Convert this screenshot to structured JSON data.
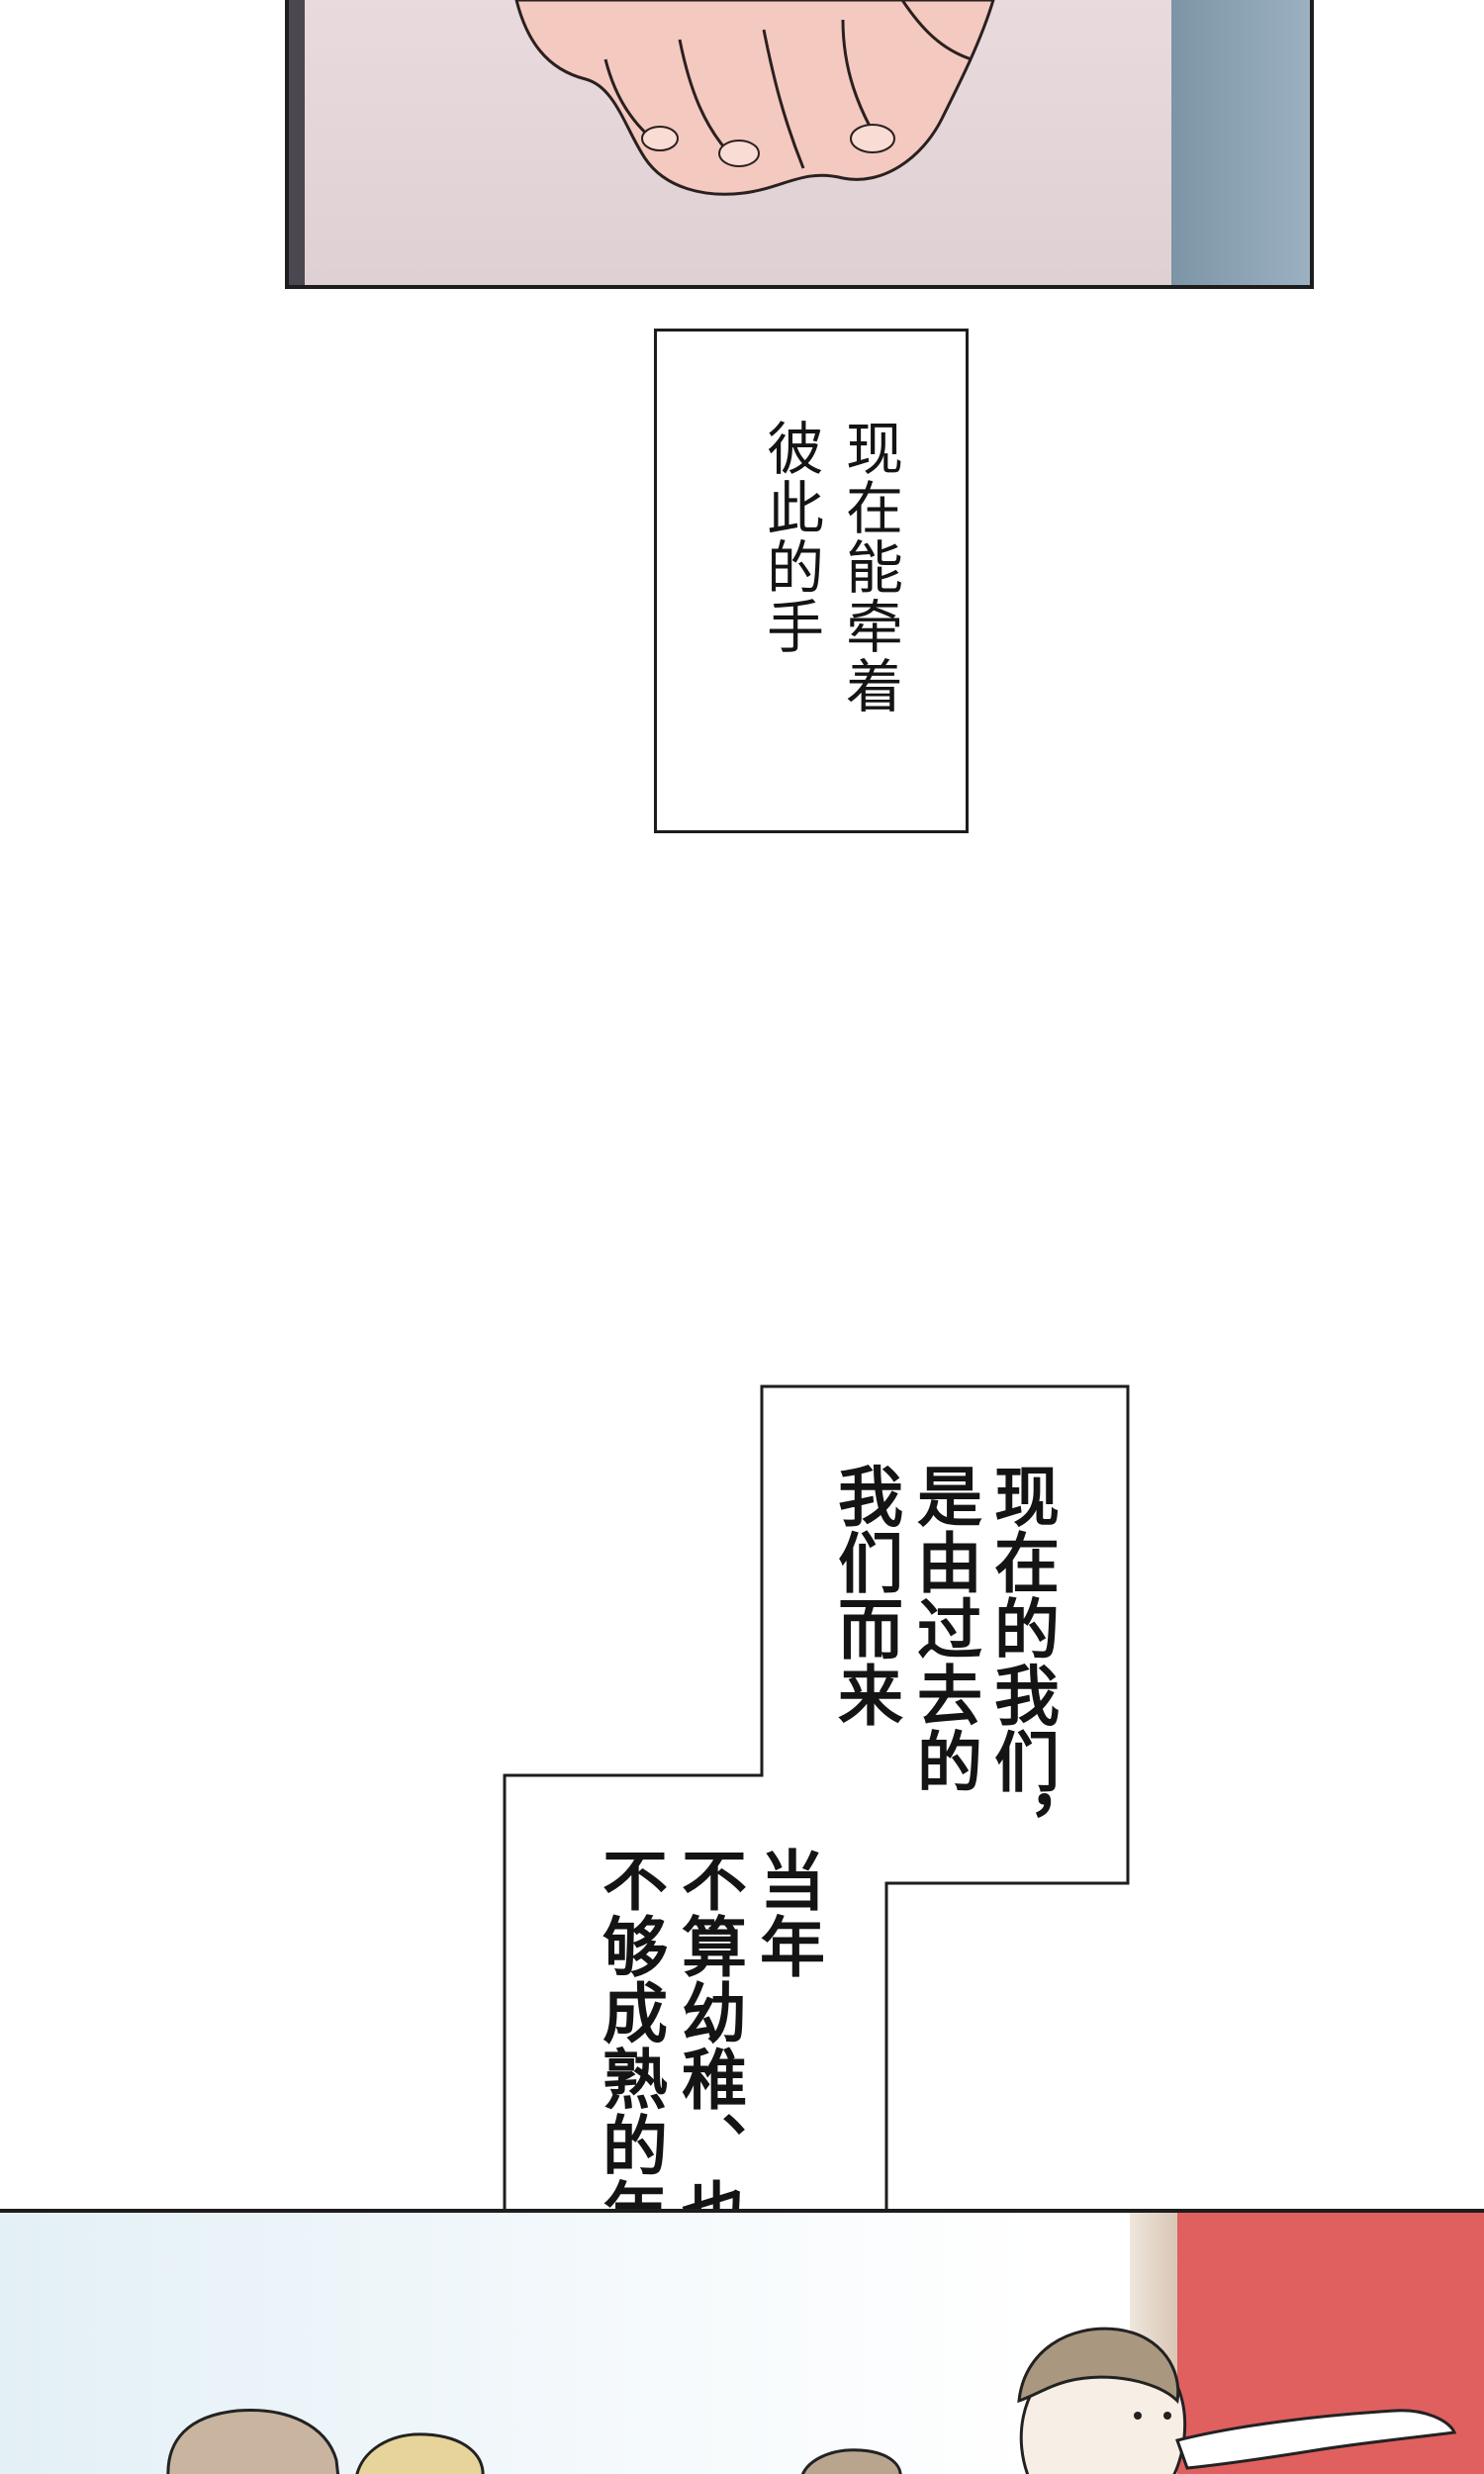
{
  "captions": {
    "top_caption": {
      "col1": "现在能牵着",
      "col2": "彼此的手"
    },
    "middle_caption": {
      "col1": "现在的我们，",
      "col2": "是由过去的",
      "col3": "我们而来"
    },
    "lower_caption": {
      "col1": "当年",
      "col2": "不算幼稚、也还",
      "col3": "不够成熟的年纪"
    }
  }
}
